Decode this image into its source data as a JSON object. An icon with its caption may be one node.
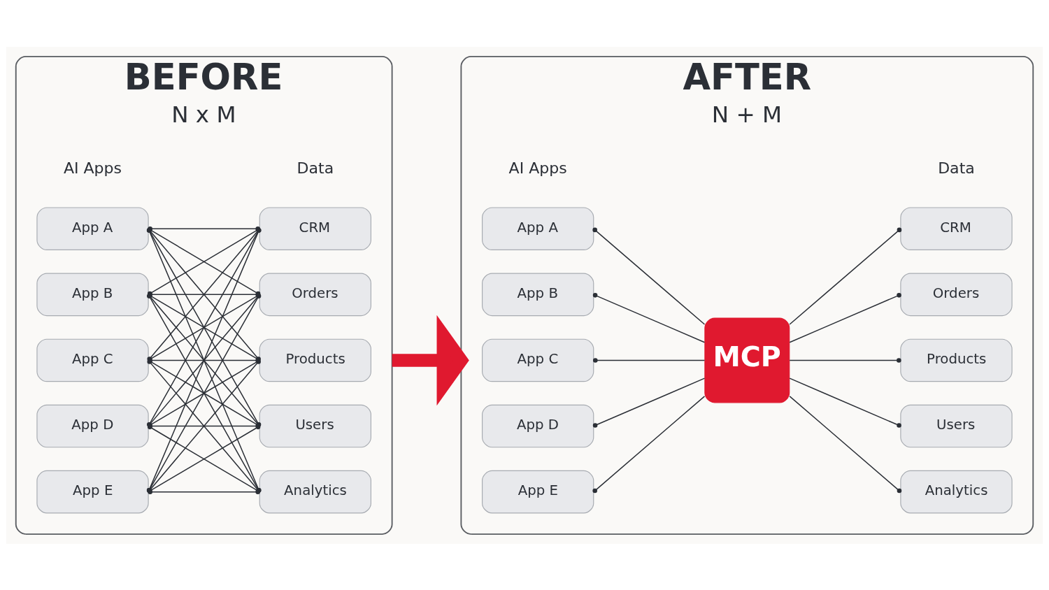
{
  "diagram": {
    "nodes": [
      {
        "text": [
          "BEFORE",
          "N x M"
        ]
      },
      {
        "text": [
          "AFTER",
          "N + M"
        ]
      },
      {
        "text": [
          "App A"
        ],
        "in": 0
      },
      {
        "text": [
          "App B"
        ],
        "in": 0
      },
      {
        "text": [
          "App C"
        ],
        "in": 0
      },
      {
        "text": [
          "App D"
        ],
        "in": 0
      },
      {
        "text": [
          "App E"
        ],
        "in": 0
      },
      {
        "text": [
          "CRM"
        ],
        "in": 0
      },
      {
        "text": [
          "Orders"
        ],
        "in": 0
      },
      {
        "text": [
          "Products"
        ],
        "in": 0
      },
      {
        "text": [
          "Users"
        ],
        "in": 0
      },
      {
        "text": [
          "Analytics"
        ],
        "in": 0
      },
      {
        "text": [
          "App A"
        ],
        "in": 1
      },
      {
        "text": [
          "App B"
        ],
        "in": 1
      },
      {
        "text": [
          "App C"
        ],
        "in": 1
      },
      {
        "text": [
          "App D"
        ],
        "in": 1
      },
      {
        "text": [
          "App E"
        ],
        "in": 1
      },
      {
        "text": [
          "MCP"
        ],
        "in": 1
      },
      {
        "text": [
          "CRM"
        ],
        "in": 1
      },
      {
        "text": [
          "Orders"
        ],
        "in": 1
      },
      {
        "text": [
          "Products"
        ],
        "in": 1
      },
      {
        "text": [
          "Users"
        ],
        "in": 1
      },
      {
        "text": [
          "Analytics"
        ],
        "in": 1
      }
    ],
    "edges": [
      {
        "from": 2,
        "to": 7,
        "arrow": "other"
      },
      {
        "from": 2,
        "to": 8,
        "arrow": "other"
      },
      {
        "from": 2,
        "to": 9,
        "arrow": "other"
      },
      {
        "from": 2,
        "to": 10,
        "arrow": "other"
      },
      {
        "from": 2,
        "to": 11,
        "arrow": "other"
      },
      {
        "from": 3,
        "to": 7,
        "arrow": "other"
      },
      {
        "from": 3,
        "to": 8,
        "arrow": "other"
      },
      {
        "from": 3,
        "to": 9,
        "arrow": "other"
      },
      {
        "from": 3,
        "to": 10,
        "arrow": "other"
      },
      {
        "from": 3,
        "to": 11,
        "arrow": "other"
      },
      {
        "from": 4,
        "to": 7,
        "arrow": "other"
      },
      {
        "from": 4,
        "to": 8,
        "arrow": "other"
      },
      {
        "from": 4,
        "to": 9,
        "arrow": "other"
      },
      {
        "from": 4,
        "to": 10,
        "arrow": "other"
      },
      {
        "from": 4,
        "to": 11,
        "arrow": "other"
      },
      {
        "from": 5,
        "to": 7,
        "arrow": "other"
      },
      {
        "from": 5,
        "to": 8,
        "arrow": "other"
      },
      {
        "from": 5,
        "to": 9,
        "arrow": "other"
      },
      {
        "from": 5,
        "to": 10,
        "arrow": "other"
      },
      {
        "from": 5,
        "to": 11,
        "arrow": "other"
      },
      {
        "from": 6,
        "to": 7,
        "arrow": "other"
      },
      {
        "from": 6,
        "to": 8,
        "arrow": "other"
      },
      {
        "from": 6,
        "to": 9,
        "arrow": "other"
      },
      {
        "from": 6,
        "to": 10,
        "arrow": "other"
      },
      {
        "from": 6,
        "to": 11,
        "arrow": "other"
      },
      {
        "from": 0,
        "to": 1,
        "arrow": "to",
        "style": "thick",
        "color": "#e0192f"
      },
      {
        "from": 12,
        "to": 17,
        "arrow": "other"
      },
      {
        "from": 13,
        "to": 17,
        "arrow": "other"
      },
      {
        "from": 14,
        "to": 17,
        "arrow": "other"
      },
      {
        "from": 15,
        "to": 17,
        "arrow": "other"
      },
      {
        "from": 16,
        "to": 17,
        "arrow": "other"
      },
      {
        "from": 17,
        "to": 18,
        "arrow": "other"
      },
      {
        "from": 17,
        "to": 19,
        "arrow": "other"
      },
      {
        "from": 17,
        "to": 20,
        "arrow": "other"
      },
      {
        "from": 17,
        "to": 21,
        "arrow": "other"
      },
      {
        "from": 17,
        "to": 22,
        "arrow": "other"
      }
    ],
    "labels": [
      "AI Apps",
      "Data",
      "AI Apps",
      "Data"
    ]
  }
}
